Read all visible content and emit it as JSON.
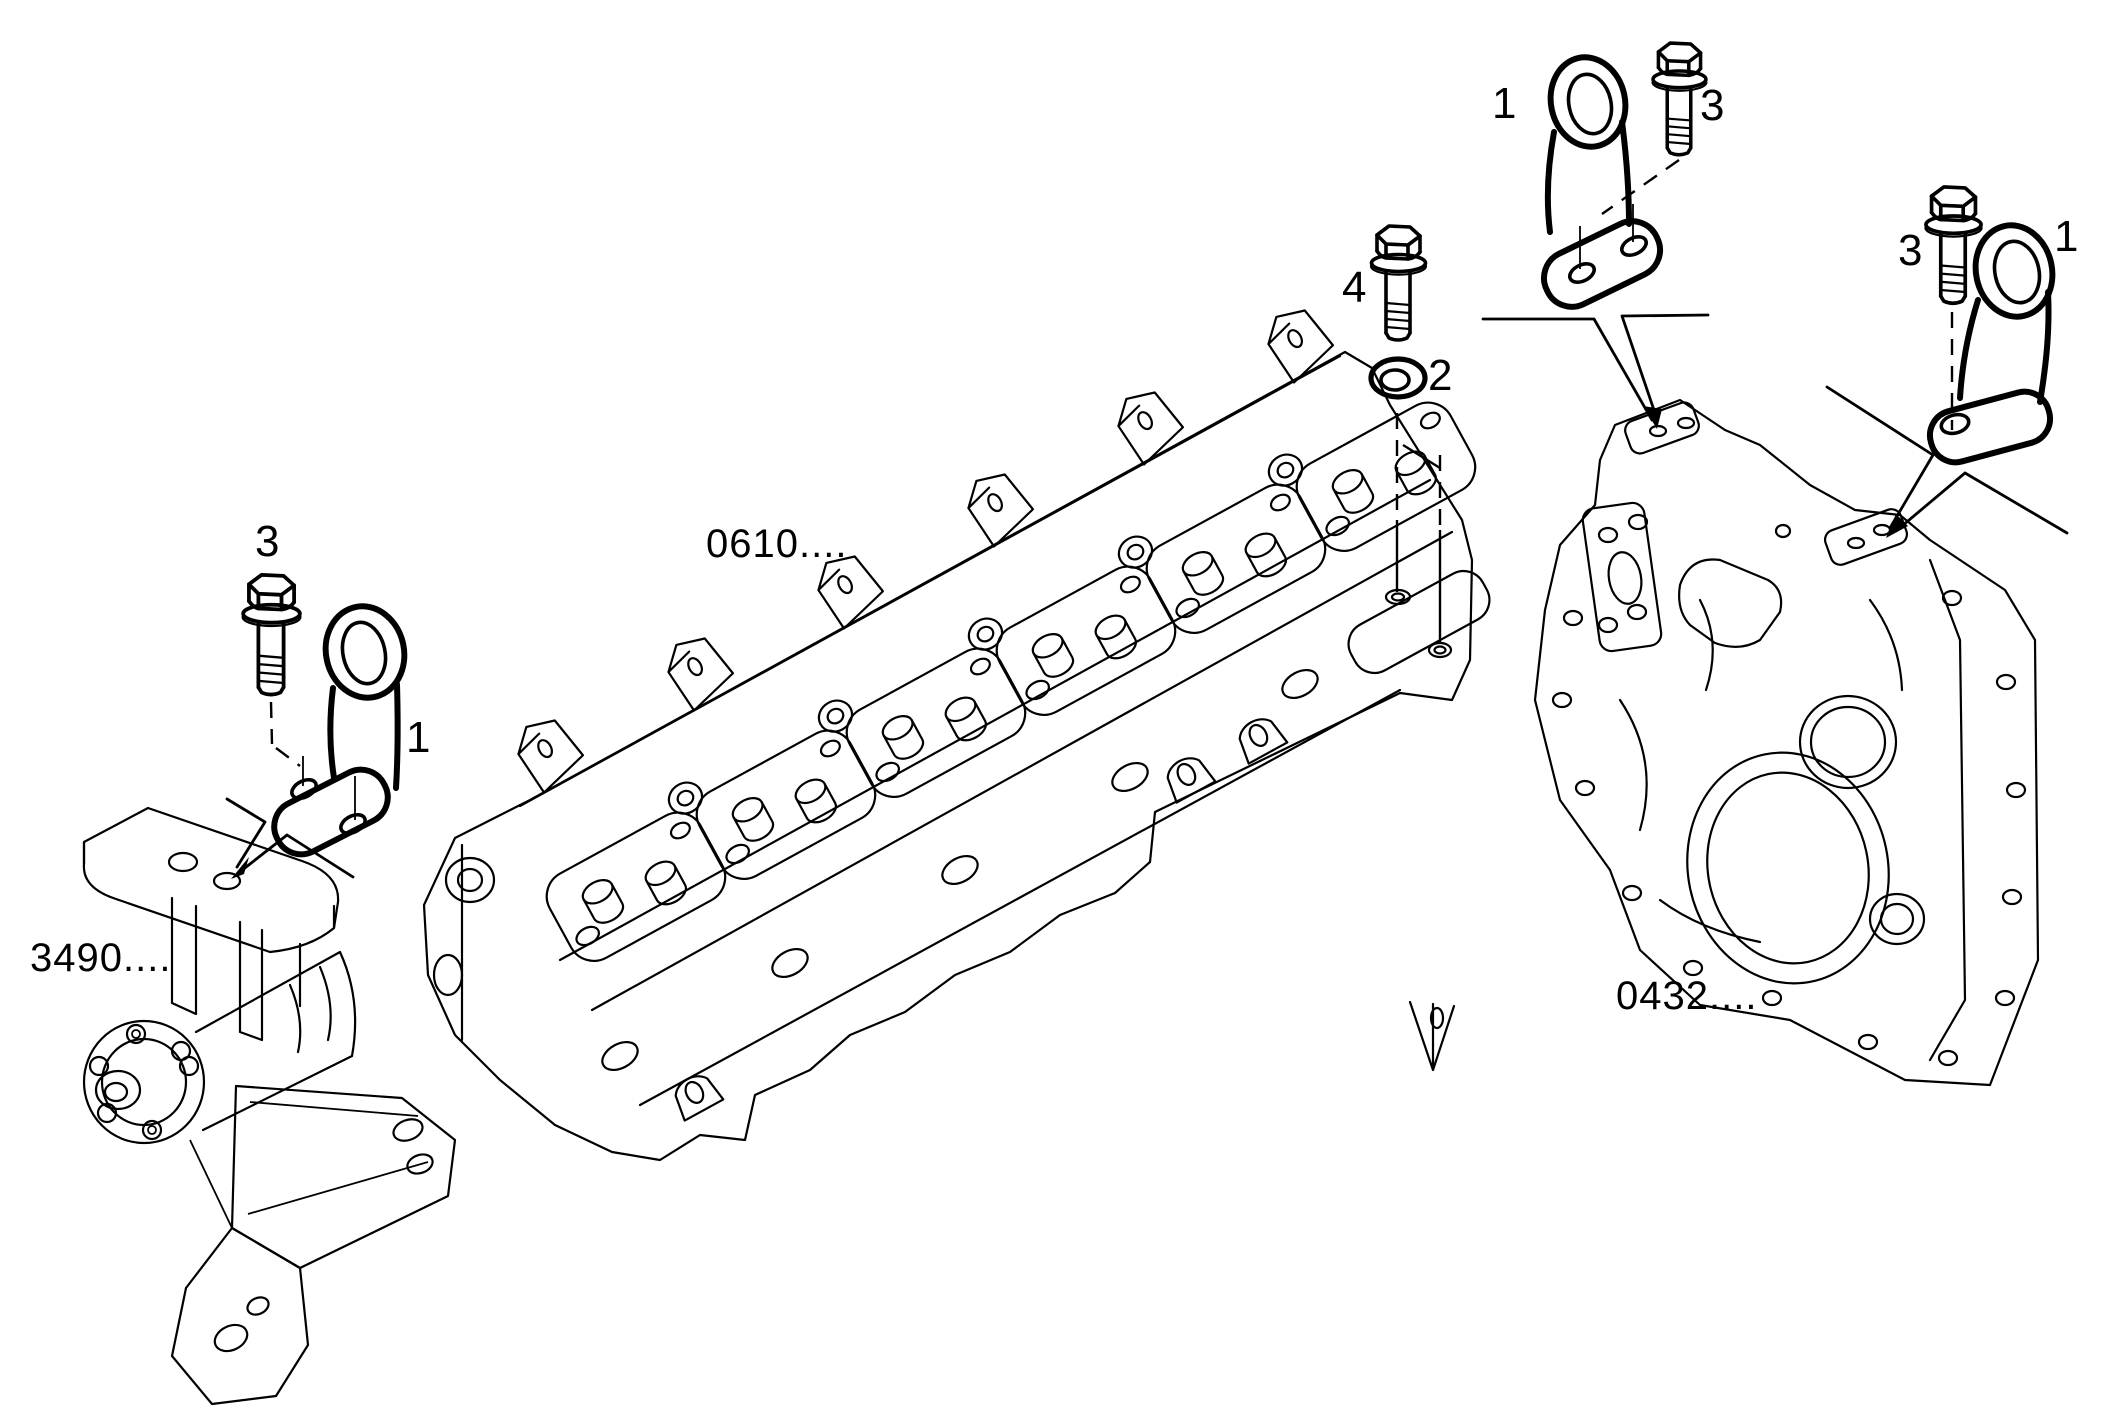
{
  "figure": {
    "background_color": "#ffffff",
    "line_color": "#000000",
    "assemblies": {
      "cylinder_head": {
        "part_number": "0610...."
      },
      "timing_gear_case": {
        "part_number": "0432...."
      },
      "water_pump_support": {
        "part_number": "3490...."
      }
    },
    "items": {
      "hook_left": "1",
      "bolt_left": "3",
      "bolt_top_center": "4",
      "washer": "2",
      "hook_middle": "1",
      "bolt_middle": "3",
      "bolt_right": "3",
      "hook_right": "1"
    }
  }
}
